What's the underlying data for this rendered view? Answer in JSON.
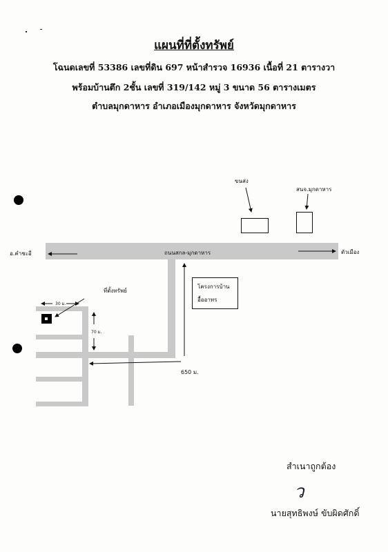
{
  "header": {
    "title": "แผนที่ที่ตั้งทรัพย์",
    "line1": "โฉนดเลขที่ 53386  เลขที่ดิน 697  หน้าสำรวจ 16936 เนื้อที่ 21 ตารางวา",
    "line2": "พร้อมบ้านตึก 2ชั้น เลขที่ 319/142  หมู่ 3 ขนาด 56 ตารางเมตร",
    "line3": "ตำบลมุกดาหาร  อำเภอเมืองมุกดาหาร  จังหวัดมุกดาหาร"
  },
  "map": {
    "labels": {
      "transport": "ขนส่ง",
      "land_office": "สนจ.มุกดาหาร",
      "west_direction": "อ.คำชะอี",
      "road_name": "ถนนสกล-มุกดาหาร",
      "east_direction": "ตัวเมือง",
      "project": "โครงการบ้าน",
      "project_name": "อื้ออาทร",
      "property": "ที่ตั้งทรัพย์",
      "dist_30": "30 ม.",
      "dist_70": "70 ม.",
      "dist_650": "650 ม."
    }
  },
  "footer": {
    "certified": "สำเนาถูกต้อง",
    "signature_mark": "ว",
    "signer": "นายสุทธิพงษ์  ขับผิดศักดิ์"
  }
}
